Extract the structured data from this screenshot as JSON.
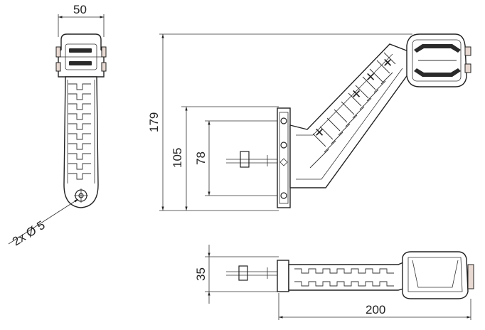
{
  "dimensions": {
    "width_top": "50",
    "total_height": "179",
    "mount_height": "105",
    "hole_spacing": "78",
    "holes": "2x Ø 5",
    "depth": "35",
    "length": "200"
  },
  "colors": {
    "ink": "#222222",
    "accent": "#e8d9d2",
    "background": "#ffffff"
  }
}
